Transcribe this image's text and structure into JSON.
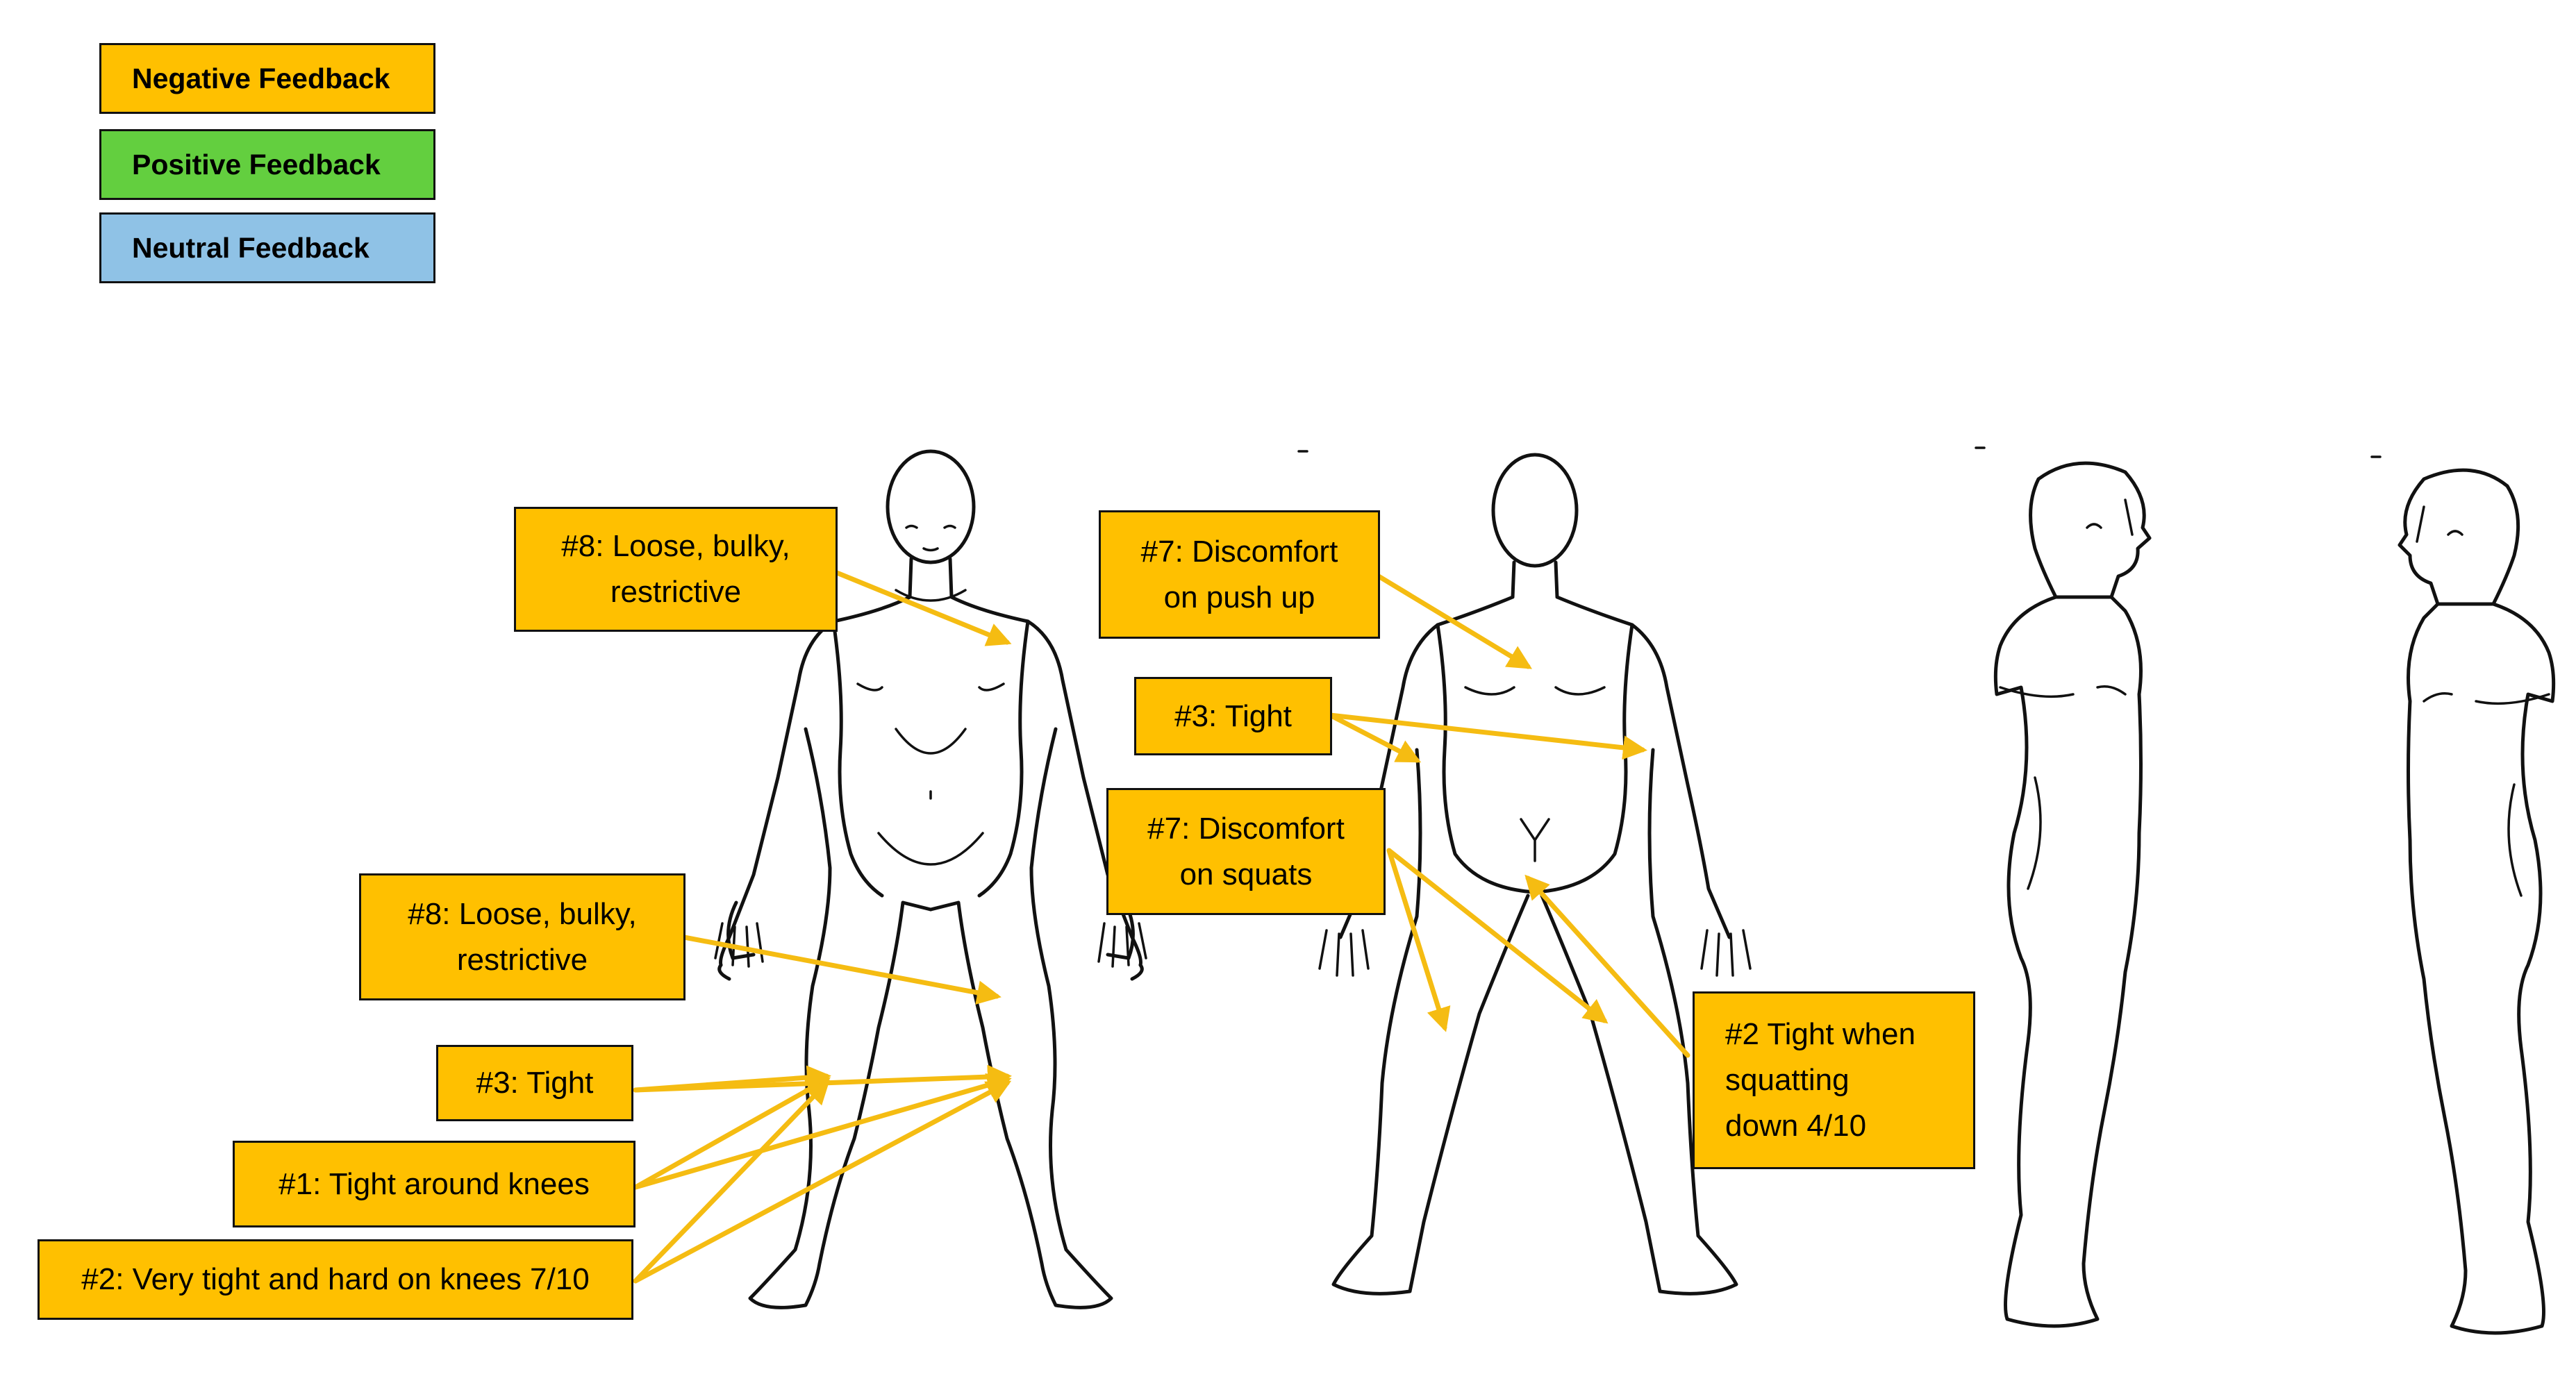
{
  "legend": [
    {
      "label": "Negative Feedback",
      "color": "#ffc000"
    },
    {
      "label": "Positive Feedback",
      "color": "#63cf3f"
    },
    {
      "label": "Neutral Feedback",
      "color": "#8fc2e6"
    }
  ],
  "figures": [
    {
      "view": "front"
    },
    {
      "view": "back"
    },
    {
      "view": "right side"
    },
    {
      "view": "left side"
    }
  ],
  "notes": [
    {
      "text": "#8: Loose, bulky,\nrestrictive",
      "color": "#ffc000"
    },
    {
      "text": "#8: Loose, bulky,\nrestrictive",
      "color": "#ffc000"
    },
    {
      "text": "#3: Tight",
      "color": "#ffc000"
    },
    {
      "text": "#1: Tight around knees",
      "color": "#ffc000"
    },
    {
      "text": "#2: Very tight and hard on knees 7/10",
      "color": "#ffc000"
    },
    {
      "text": "#7: Discomfort\non push up",
      "color": "#ffc000"
    },
    {
      "text": "#3: Tight",
      "color": "#ffc000"
    },
    {
      "text": "#7: Discomfort\non squats",
      "color": "#ffc000"
    },
    {
      "text": "#2 Tight when\nsquatting\ndown 4/10",
      "color": "#ffc000"
    }
  ],
  "arrow_color": "#f5bc12"
}
